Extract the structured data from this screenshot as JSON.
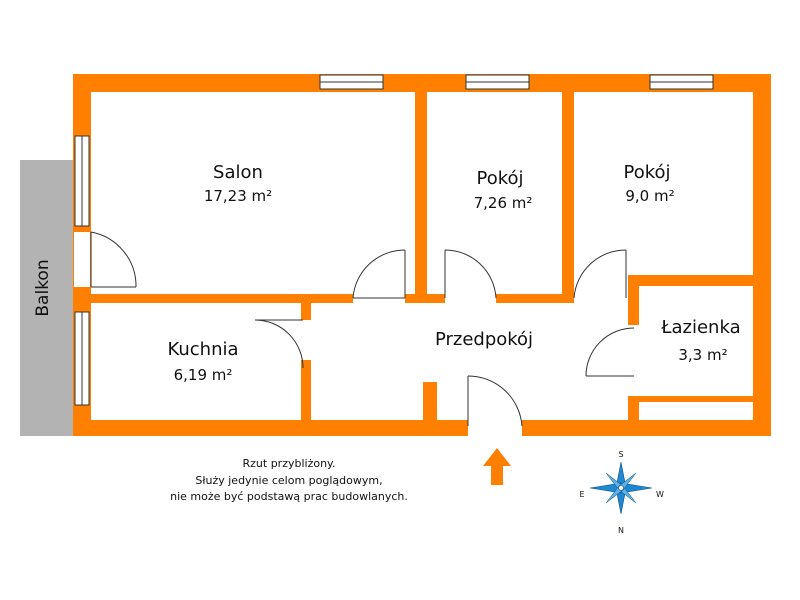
{
  "rooms": {
    "salon": {
      "name": "Salon",
      "area": "17,23 m²"
    },
    "pokoj1": {
      "name": "Pokój",
      "area": "7,26 m²"
    },
    "pokoj2": {
      "name": "Pokój",
      "area": "9,0 m²"
    },
    "lazienka": {
      "name": "Łazienka",
      "area": "3,3 m²"
    },
    "kuchnia": {
      "name": "Kuchnia",
      "area": "6,19 m²"
    },
    "przedpokoj": {
      "name": "Przedpokój"
    }
  },
  "balkon": "Balkon",
  "note": [
    "Rzut przybliżony.",
    "Służy jedynie celom poglądowym,",
    "nie może być podstawą prac budowlanych."
  ],
  "compass": {
    "s": "S",
    "n": "N",
    "e": "E",
    "w": "W"
  },
  "colors": {
    "wall": "#ff7f00",
    "balcony": "#b3b3b3",
    "compass": "#1e88d2"
  }
}
